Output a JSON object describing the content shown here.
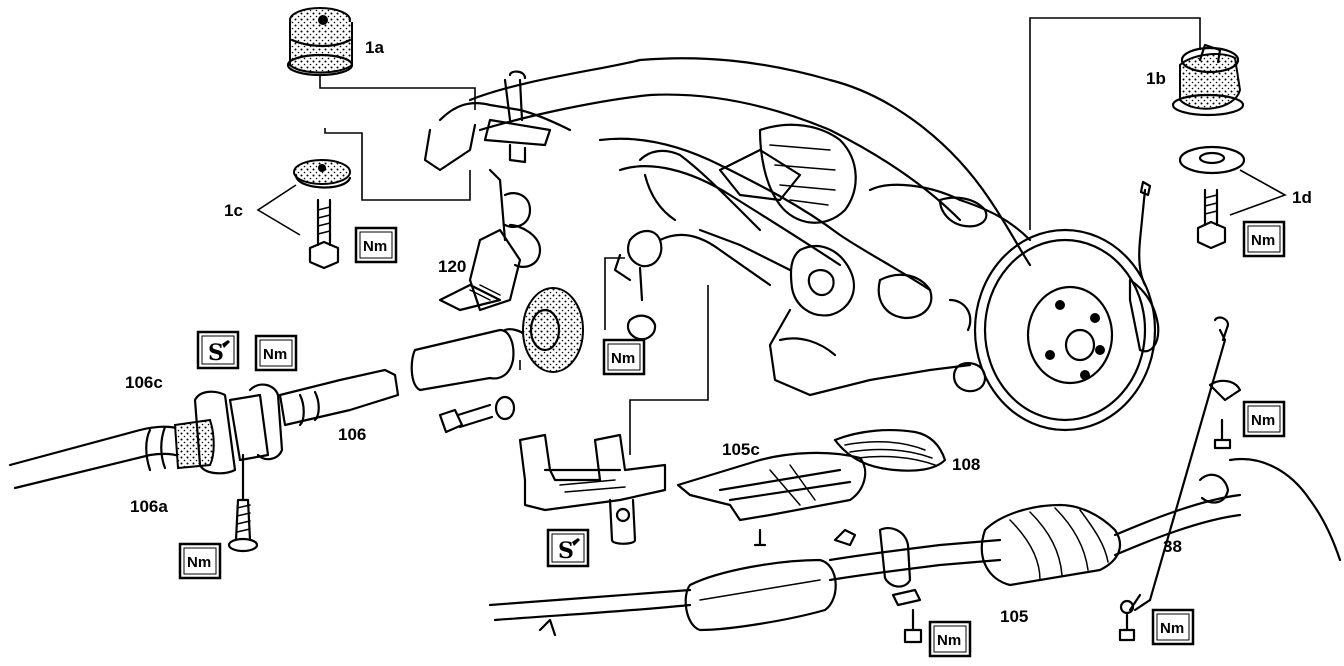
{
  "callouts": {
    "part_1a": "1a",
    "part_1b": "1b",
    "part_1c": "1c",
    "part_1d": "1d",
    "part_120": "120",
    "part_106c": "106c",
    "part_106": "106",
    "part_106a": "106a",
    "part_105c": "105c",
    "part_108": "108",
    "part_105": "105",
    "part_38": "38"
  },
  "torque_badges": {
    "label": "Nm",
    "count": 8
  },
  "sealant_badges": {
    "symbol": "S",
    "count": 2
  },
  "colors": {
    "ink": "#000000",
    "background": "#ffffff"
  }
}
